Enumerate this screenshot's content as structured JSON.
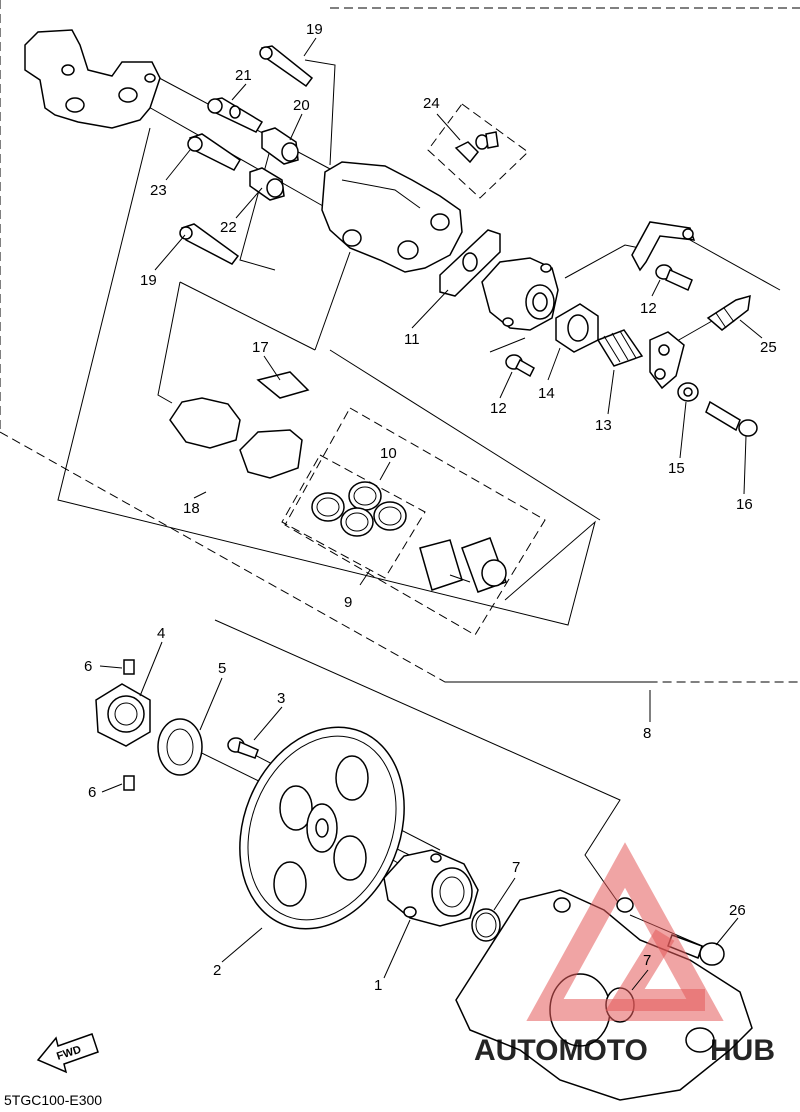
{
  "diagram_code": "5TGC100-E300",
  "fwd_label": "FWD",
  "watermark": {
    "text_a": "AUTOMOTO",
    "text_b": "HUB",
    "color_triangle": "#e35a5a",
    "color_text_a": "#f1b64a",
    "color_text_b": "#2d3c52"
  },
  "callouts": [
    "1",
    "2",
    "3",
    "4",
    "5",
    "6",
    "6",
    "7",
    "7",
    "8",
    "9",
    "10",
    "11",
    "12",
    "12",
    "13",
    "14",
    "15",
    "16",
    "17",
    "18",
    "19",
    "19",
    "20",
    "21",
    "22",
    "23",
    "24",
    "25",
    "26"
  ]
}
